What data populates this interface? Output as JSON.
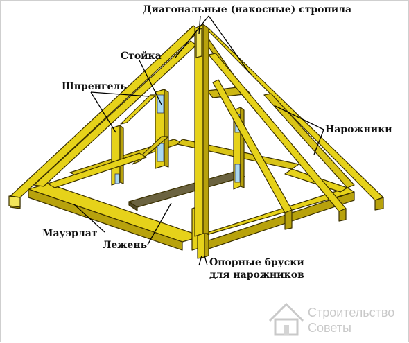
{
  "labels": {
    "diagonal_rafters": "Диагональные (накосные) стропила",
    "post": "Стойка",
    "strut": "Шпренгель",
    "jack_rafters": "Нарожники",
    "wall_plate": "Мауэрлат",
    "sill_beam": "Лежень",
    "support_bars_line1": "Опорные бруски",
    "support_bars_line2": "для нарожников"
  },
  "watermark": {
    "line1": "Строительство",
    "line2": "Советы",
    "icon": "house-icon"
  },
  "colors": {
    "wood_main": "#e6d21a",
    "wood_light": "#f2e55a",
    "wood_dark": "#b8a20c",
    "wood_shadow": "#8f7d06",
    "lezhen": "#6b6340",
    "metal_plate": "#a9d8ef",
    "text": "#111111"
  }
}
